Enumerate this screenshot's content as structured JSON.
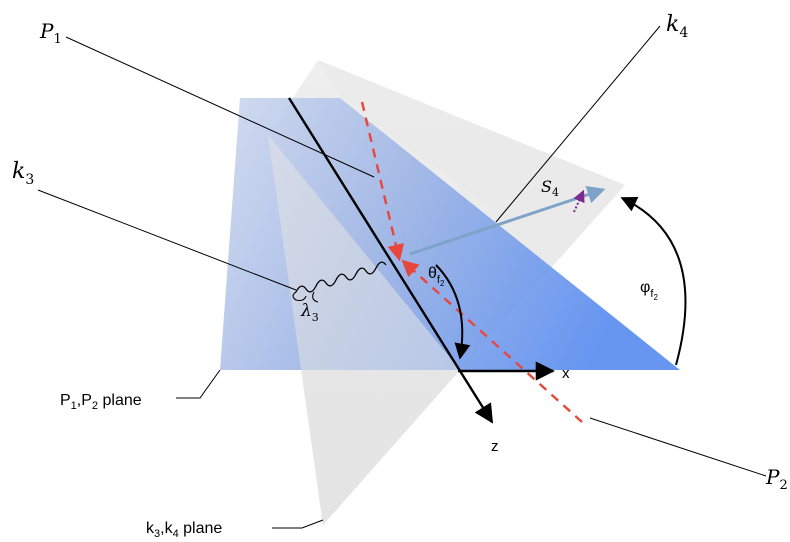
{
  "labels": {
    "p1": "P",
    "p1_sub": "1",
    "p2": "P",
    "p2_sub": "2",
    "k3": "k",
    "k3_sub": "3",
    "k4": "k",
    "k4_sub": "4",
    "s4": "S",
    "s4_sub": "4",
    "lambda3": "λ",
    "lambda3_sub": "3",
    "theta": "θ",
    "theta_sub": "f",
    "theta_subsub": "2",
    "phi": "φ",
    "phi_sub": "f",
    "phi_subsub": "2",
    "x_axis": "x",
    "z_axis": "z",
    "p1p2_plane_a": "P",
    "p1p2_plane_a_sub": "1",
    "p1p2_plane_b": ",P",
    "p1p2_plane_b_sub": "2",
    "p1p2_plane_c": " plane",
    "k3k4_plane_a": "k",
    "k3k4_plane_a_sub": "3",
    "k3k4_plane_b": ",k",
    "k3k4_plane_b_sub": "4",
    "k3k4_plane_c": " plane"
  },
  "colors": {
    "blue_plane_light": "#c9d4ec",
    "blue_plane_dark": "#5b8ef0",
    "gray_plane": "#e6e6e6",
    "red_dashed": "#e8453c",
    "s4_arrow": "#7fa3c8",
    "spin_arrow": "#7b2a8c",
    "lines": "#000000"
  }
}
